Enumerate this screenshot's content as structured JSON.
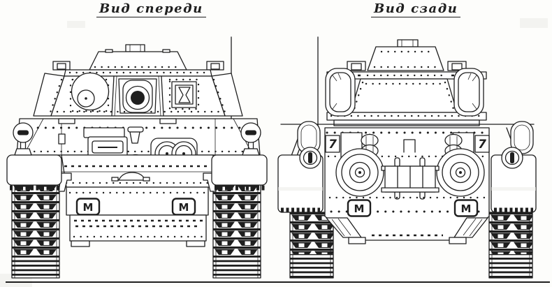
{
  "document": {
    "colors": {
      "background": "#fdfdfb",
      "ink": "#1f1f1f",
      "shade": "#ebebe8"
    },
    "views": [
      {
        "id": "front-view",
        "caption": "Вид спереди"
      },
      {
        "id": "rear-view",
        "caption": "Вид сзади"
      }
    ],
    "markings": {
      "tow_shackle_plate": "M",
      "stowage_bracket_numeral": "7"
    }
  }
}
